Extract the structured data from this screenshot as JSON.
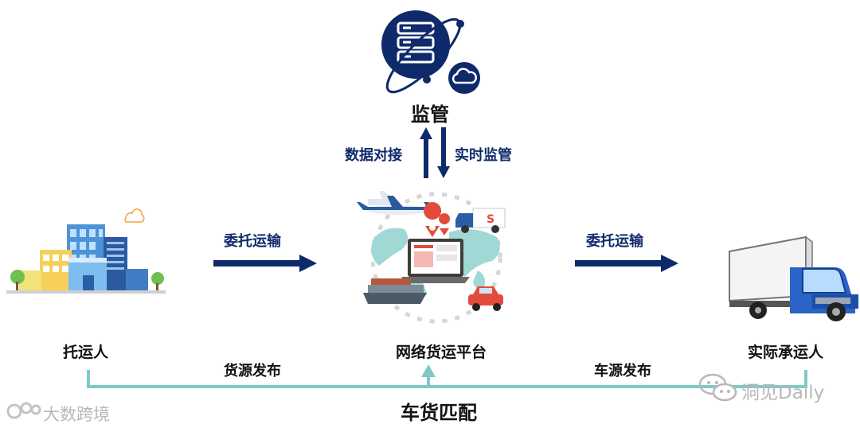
{
  "nodes": {
    "supervision": "监管",
    "shipper": "托运人",
    "platform": "网络货运平台",
    "carrier": "实际承运人"
  },
  "edges": {
    "data_docking": "数据对接",
    "realtime_supervision": "实时监管",
    "entrust_left": "委托运输",
    "entrust_right": "委托运输",
    "cargo_release": "货源发布",
    "vehicle_release": "车源发布",
    "matching": "车货匹配"
  },
  "watermarks": {
    "left": "大数跨境",
    "right": "洞见Daily"
  },
  "colors": {
    "navy": "#0f2a6b",
    "teal": "#7ec9c6",
    "map": "#9fd8d4"
  },
  "icons": [
    "server-cloud-icon",
    "office-buildings-icon",
    "logistics-platform-icon",
    "truck-icon",
    "wechat-icon",
    "logo-icon"
  ]
}
